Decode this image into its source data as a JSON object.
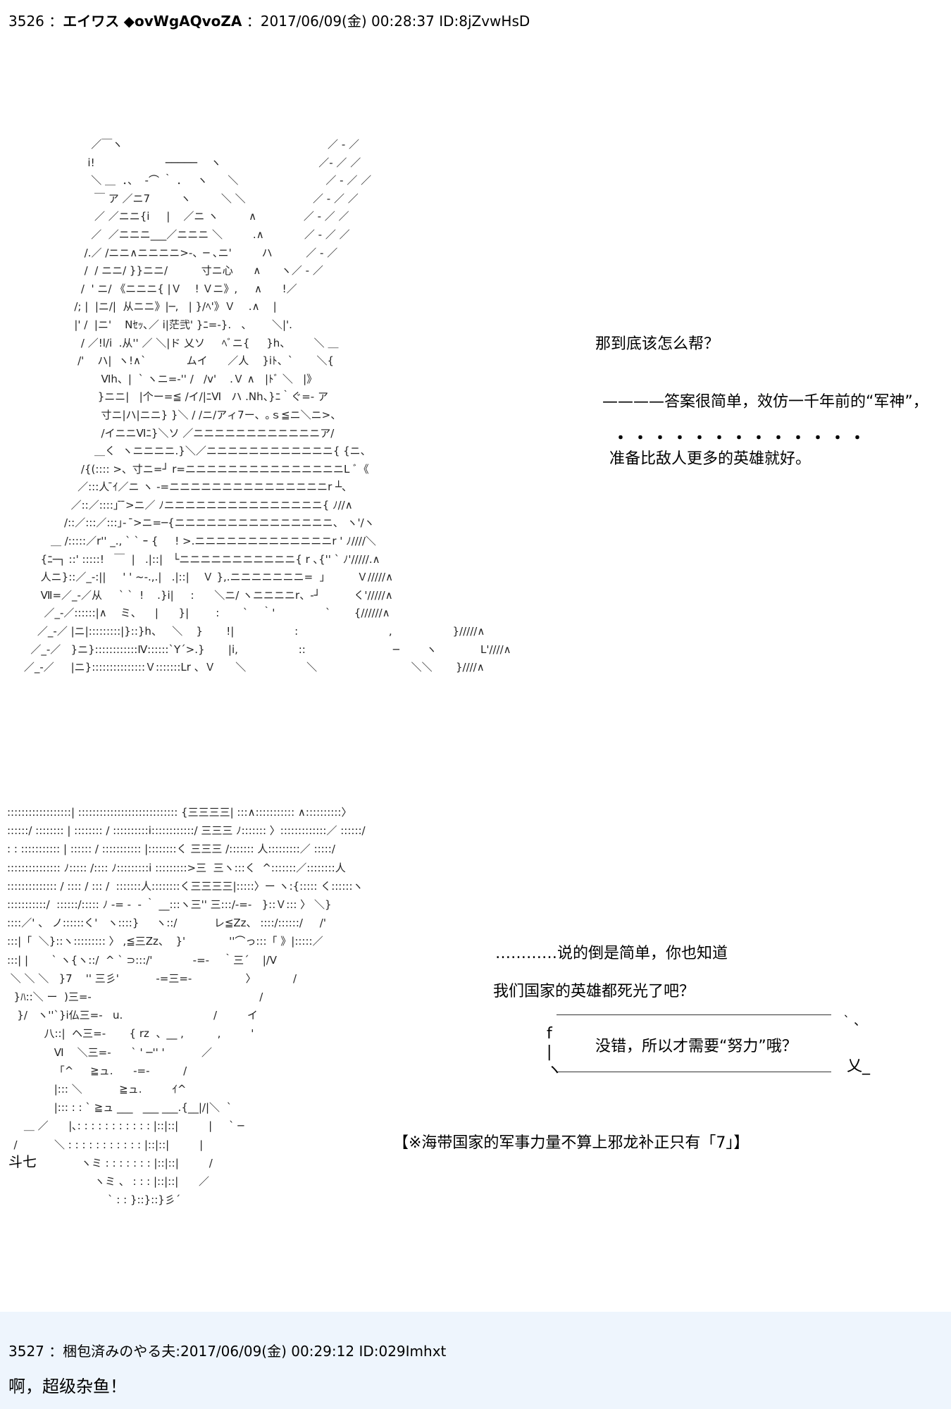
{
  "post1": {
    "header": {
      "number": "3526",
      "name": "エイワス",
      "trip": "◆ovWgAQvoZA",
      "date": "2017/06/09(金) 00:28:37",
      "id": "ID:8jZvwHsD"
    },
    "speech": {
      "line1": "那到底该怎么帮？",
      "line2": "————答案很简单，效仿一千年前的“军神”，",
      "dots": "・・・・・・・・・・・・・",
      "line3": "准备比敌人更多的英雄就好。"
    },
    "speech2": {
      "line1": "…………说的倒是简单，你也知道",
      "line2": "我们国家的英雄都死光了吧？",
      "bubble": "没错，所以才需要“努力”哦？",
      "note": "【※海带国家的军事力量不算上邪龙补正只有「7」】"
    },
    "art_side_label": "斗七",
    "aa_top": "                         ／￣ヽ                                                             ／ ‐ ／\n                        i!                     ─────    ヽ                             ／‐ ／ ／\n                         ＼ ＿  ．、  ‐⌒ ｀ ．   ヽ      ＼                          ／ ‐ ／ ／\n                          ￣ ア ／ニ7         ヽ         ＼ ＼                    ／ ‐ ／ ／\n                          ／ ／ニニ{i     |    ／ニ ヽ         ∧              ／ ‐ ／ ／\n                         ／  ／ニニニ___／ニニニ ＼         .∧            ／ ‐ ／ ／\n                       /.／ /ニニ∧ニニニニ>-、─ ､ニ'         ハ          ／ ‐ ／\n                       /  / ニニ/ }}ニニ/          寸ニ心      ∧      ヽ／ ‐ ／\n                      /  ' ニ/ 《ニニニ{ |Ｖ    ! Ｖニ》,     ∧      !／\n                    /; |  |ニ/|  从ニニ》|─,   | }/ﾍ'》Ｖ    .∧    |\n                    |' /  |ニ'    Nｾｯ､／ i|茫弐' }ﾆ=-}.   、      ＼|'.\n                      / ／!l/i  .从'' ／ ＼|ド 乂ソ     ﾍﾞニ{     }h、       ＼ ＿\n                     /'    ハ|  ヽ!∧`            ムイ      ／人    }iﾄ、`       ＼{\n                            Ⅵh、|  ` ヽニ=-'' /   /v'    .Ｖ ∧   |ﾄﾞ ＼   |》\n                           }ニニ|   |个ー=≦ /イ/|ﾆⅥ   ハ .Nh、}ﾆ｀ぐ=- ア\n                            寸ニ|ハ|ニニ} }＼ / /ニ/アィ7ー、｡ｓ≦ニ＼ニ>、\n                            /イニニⅥﾆ}＼ソ ／ニニニニニニニニニニニニア/\n                          ＿く  ヽニニニニ.}＼／ニニニニニニニニニニニニ{ {ニ、\n                      /{(:::: >、寸ニ=┘ r=ニニニニニニニニニニニニニニニL ﾞ《\n                     ／:::人 ̄ｲ／ニ ヽ -=ニニニニニニニニニニニニニニニr ┴、\n                   ／::／::::｣ ̄ ̄>ニ／ ﾉニニニニニニニニニニニニニニニ{ ﾉ//∧\n                 /::／:::／:::｣-  ̄>ニ=─{ニニニニニニニニニニニニニニニ、 ヽ'/ヽ\n             ＿ /:::::／r'' _., ` ` ｰ {     ! >.ニニニニニニニニニニニニニr ' ﾉ////＼\n          {ﾆ─┐ ::' :::::!   ￣  |   .|::|   └ニニニニニニニニニニニ{ r ､{'' ` ﾉ'/////.∧\n          人ニ}::／_-:||     ' ' ~-.,.|   .|::|    Ｖ },.ニニニニニニニ=  」        Ｖ/////∧\n          Ⅶ=／_-／从     ` `  !    .}i|     :      ＼ニ/ ヽニニニニr、-┘          く'/////∧\n           ／_-／::::::|∧    ミ、    |      }|        :       `    ｀'               `       {//////∧\n         ／_-／ |ニ|:::::::::|}::}h、   ＼    }       !|                  :                           ,                  }/////∧\n       ／_-／   }ニ}::::::::::::Ⅳ::::::`Y´>.}       |i,                  ::                          ─        ヽ             L'////∧\n     ／_-／     |ニ}:::::::::::::::Ｖ:::::::Lr 、Ｖ      ＼                  ＼                            ＼＼       }////∧",
    "aa_bottom": "::::::::::::::::::| :::::::::::::::::::::::::::: {三三三三| :::∧::::::::::: ∧::::::::::〉\n::::::/ :::::::: | :::::::: / ::::::::::i::::::::::::/ 三三三 ﾉ::::::: 〉:::::::::::::／ ::::::/\n: : ::::::::::: | :::::: / ::::::::::: |::::::::く 三三三 /::::::: 人:::::::::／ :::::/\n::::::::::::::: ﾉ::::: /:::: ﾉ:::::::::i :::::::::>三  三ヽ:::く  ^:::::::／::::::::人\n:::::::::::::: / :::: / ::: /  :::::::人::::::::く三三三三|:::::〉ー ヽ:{::::: く::::::ヽ\n:::::::::::/  ::::::/::::: ﾉ -= -  - ｀ __:::ヽ三'' 三:::/-=-   }::Ｖ::: 〉 ＼}\n::::／' 、 ノ::::::く'   ヽ::::}     ヽ::/           レ≦Zz、 ::::/::::::/     /'\n:::|「  ＼}::ヽ::::::::: 〉 ,≦三Zz、  }'             ''⌒っ:::「 》|:::::／\n:::| |       ` ヽ{ヽ::/  ^ ` ⊃:::/'            -=-    ｀三´    |/V\n ＼ ＼ ＼   }7    '' 三彡'           -=三=-                〉           /\n  }ﾊ::＼ ー  )三=-                                                  /\n   }/   ヽ''`}i仏三=-   u.                           /         イ\n           八::|  ヘ三=-       { rz  、__ ,          ,         '\n              Ⅵ    ＼三=-      ` ' ─'' '           ／\n              「^     ≧ュ.      -=-          /\n              |::: ＼           ≧ュ.         ｲ^\n              |::: : : ` ≧ュ ___   ___ ___.{__|/|＼  `\n     ＿ ／      |､: : : : : : : : : : : |::|::|         |     ` ─\n  /           ＼ : : : : : : : : : : : |::|::|         |\n                      ヽミ : : : : : : : |::|::|         /\n                          ヽミ 、 : : : |::|::|      ／\n                              ` : : }::}::}彡´"
  },
  "post2": {
    "header": {
      "number": "3527",
      "name": "梱包済みのやる夫",
      "date": "2017/06/09(金) 00:29:12",
      "id": "ID:029Imhxt"
    },
    "body": "啊，超级杂鱼！"
  }
}
